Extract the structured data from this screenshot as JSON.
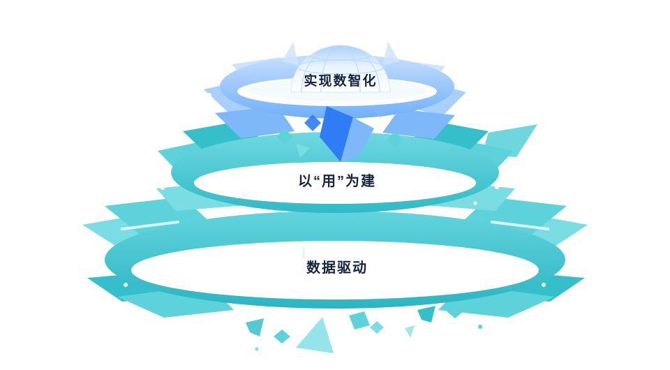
{
  "diagram": {
    "type": "layered-platform-pyramid",
    "tiers": [
      {
        "id": "top",
        "label": "实现数智化"
      },
      {
        "id": "middle",
        "label": "以“用”为建"
      },
      {
        "id": "bottom",
        "label": "数据驱动"
      }
    ]
  },
  "colors": {
    "teal-main": "#35BFCB",
    "teal-mid": "#5ED2DB",
    "teal-light": "#7ADDE4",
    "blue-strong": "#2F7CF5",
    "blue-mid": "#7EB8F9",
    "blue-light": "#A9CFFB",
    "blue-pale": "#CFE3FD",
    "label-text": "#16243E"
  }
}
